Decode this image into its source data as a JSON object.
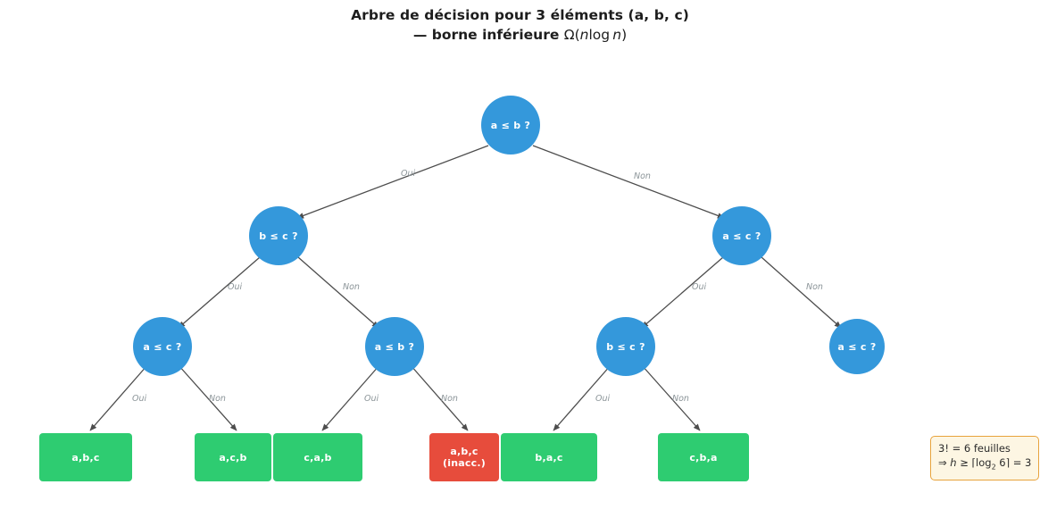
{
  "title": {
    "line1": "Arbre de décision pour 3 éléments (a, b, c)",
    "line2_dash": "—",
    "line2_bold": "borne inférieure",
    "line2_math_omega": "Ω(",
    "line2_math_n1": "n",
    "line2_math_log": "log",
    "line2_math_n2": "n",
    "line2_math_close": ")"
  },
  "colors": {
    "decision_node": "#3498db",
    "leaf_valid": "#2ecc71",
    "leaf_invalid": "#e74c3c",
    "edge": "#4d4d4d",
    "edge_label": "#8c9599",
    "note_border": "#e8a33d",
    "note_background": "#fdf6e3",
    "text": "#1d1d1d"
  },
  "nodes": [
    {
      "id": "root",
      "label": "a ≤ b ?"
    },
    {
      "id": "n-l",
      "label": "b ≤ c ?"
    },
    {
      "id": "n-r",
      "label": "a ≤ c ?"
    },
    {
      "id": "n-ll",
      "label": "a ≤ c ?"
    },
    {
      "id": "n-lr",
      "label": "a ≤ b ?"
    },
    {
      "id": "n-rl",
      "label": "b ≤ c ?"
    },
    {
      "id": "n-rr",
      "label": "a ≤ c ?"
    }
  ],
  "leaves": [
    {
      "id": "leaf-abc",
      "line1": "a,b,c",
      "line2": "",
      "state": "valid"
    },
    {
      "id": "leaf-acb",
      "line1": "a,c,b",
      "line2": "",
      "state": "valid"
    },
    {
      "id": "leaf-cab",
      "line1": "c,a,b",
      "line2": "",
      "state": "valid"
    },
    {
      "id": "leaf-abc2",
      "line1": "a,b,c",
      "line2": "(inacc.)",
      "state": "invalid"
    },
    {
      "id": "leaf-bac",
      "line1": "b,a,c",
      "line2": "",
      "state": "valid"
    },
    {
      "id": "leaf-cba",
      "line1": "c,b,a",
      "line2": "",
      "state": "valid"
    }
  ],
  "edge_labels": {
    "yes": "Oui",
    "no": "Non"
  },
  "note": {
    "line1": "3! = 6 feuilles",
    "line2_prefix": "⇒ ",
    "line2_h": "h",
    "line2_rest": " ≥ ⌈log",
    "line2_sub": "2",
    "line2_tail": " 6⌉ = 3"
  }
}
